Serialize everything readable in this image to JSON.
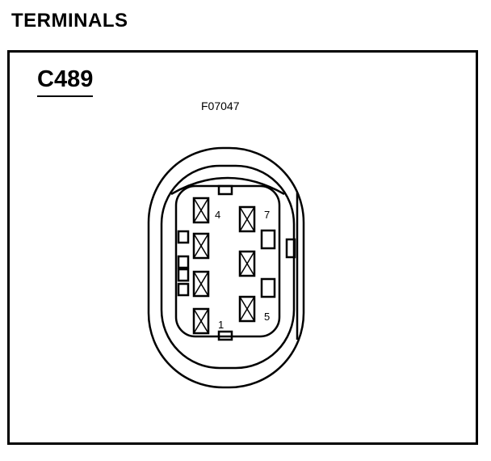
{
  "heading": "TERMINALS",
  "connector": {
    "id": "C489",
    "figure_code": "F07047",
    "pin_labels": {
      "p4": "4",
      "p7": "7",
      "p1": "1",
      "p5": "5"
    }
  },
  "colors": {
    "line": "#000000",
    "background": "#ffffff"
  }
}
